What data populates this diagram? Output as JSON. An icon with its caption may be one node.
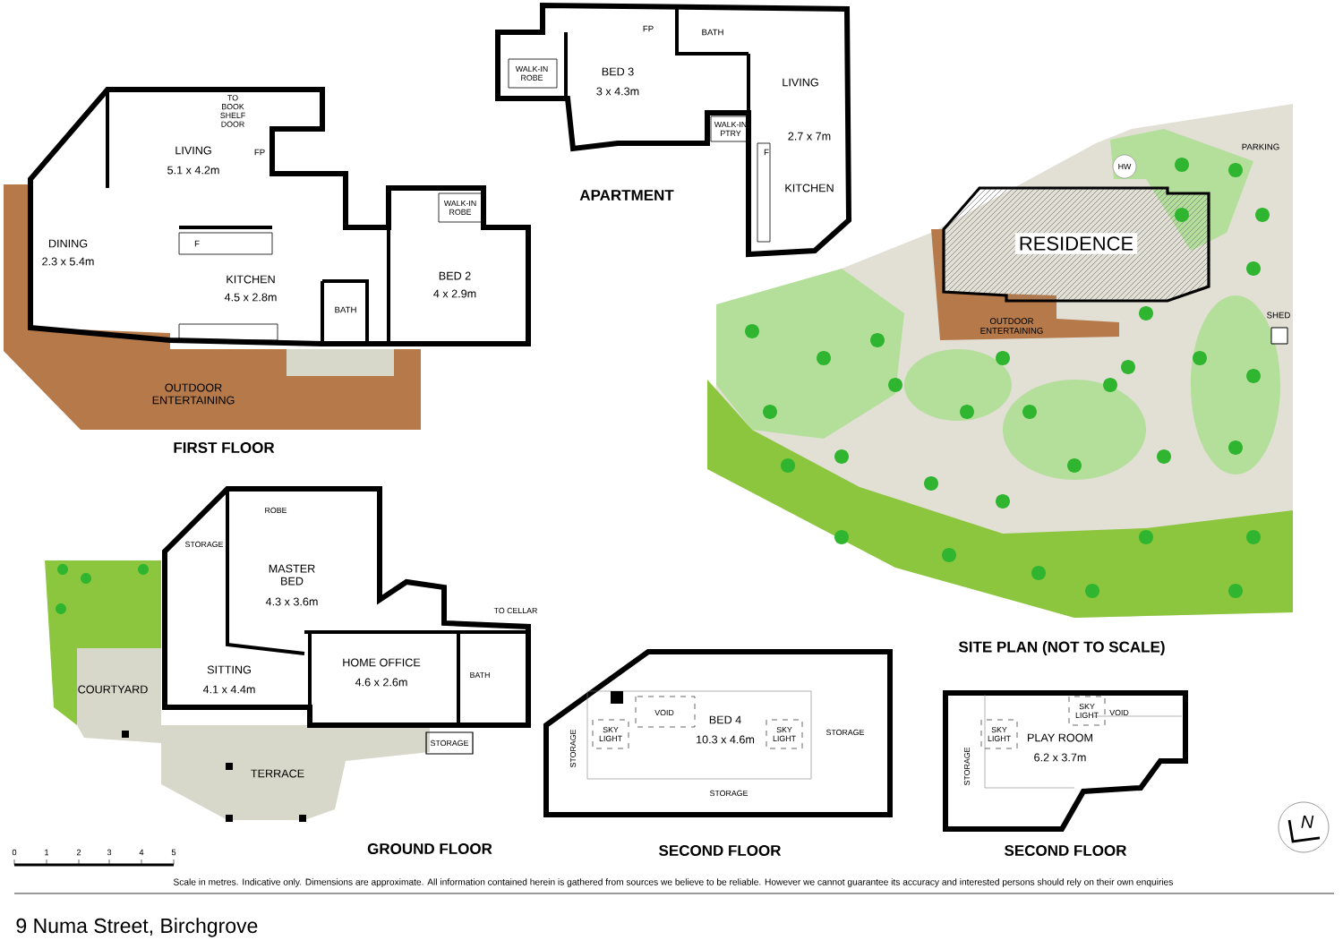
{
  "diagram": {
    "labels": [
      "TO BOOK SHELF DOOR",
      "FP",
      "LIVING",
      "5.1 x 4.2m",
      "DINING",
      "2.3 x 5.4m",
      "F",
      "KITCHEN",
      "4.5 x 2.8m",
      "WALK-IN ROBE",
      "BATH",
      "BED 2",
      "4 x 2.9m",
      "OUTDOOR ENTERTAINING",
      "FIRST FLOOR",
      "WALK-IN ROBE",
      "FP",
      "BATH",
      "BED 3",
      "3 x 4.3m",
      "LIVING",
      "WALK-IN PTRY",
      "2.7 x 7m",
      "F",
      "KITCHEN",
      "APARTMENT",
      "RESIDENCE",
      "PARKING",
      "HW",
      "OUTDOOR ENTERTAINING",
      "SHED",
      "ROBE",
      "STORAGE",
      "MASTER BED",
      "4.3 x 3.6m",
      "TO CELLAR",
      "HOME OFFICE",
      "4.6 x 2.6m",
      "BATH",
      "SITTING",
      "COURTYARD",
      "4.1 x 4.4m",
      "STORAGE",
      "TERRACE",
      "0",
      "1",
      "2",
      "3",
      "4",
      "5",
      "GROUND FLOOR",
      "VOID",
      "SKY LIGHT",
      "BED 4",
      "10.3 x 4.6m",
      "SKY LIGHT",
      "STORAGE",
      "STORAGE",
      "STORAGE",
      "SITE PLAN (NOT TO SCALE)",
      "SKY LIGHT",
      "VOID",
      "SKY LIGHT",
      "PLAY ROOM",
      "6.2 x 3.7m",
      "STORAGE",
      "SECOND FLOOR",
      "SECOND FLOOR",
      "N",
      "Scale in metres. Indicative only. Dimensions are approximate. All information contained herein is gathered from sources we believe to be reliable. However we cannot guarantee its accuracy and interested persons should rely on their own enquiries",
      "9 Numa Street, Birchgrove"
    ]
  }
}
